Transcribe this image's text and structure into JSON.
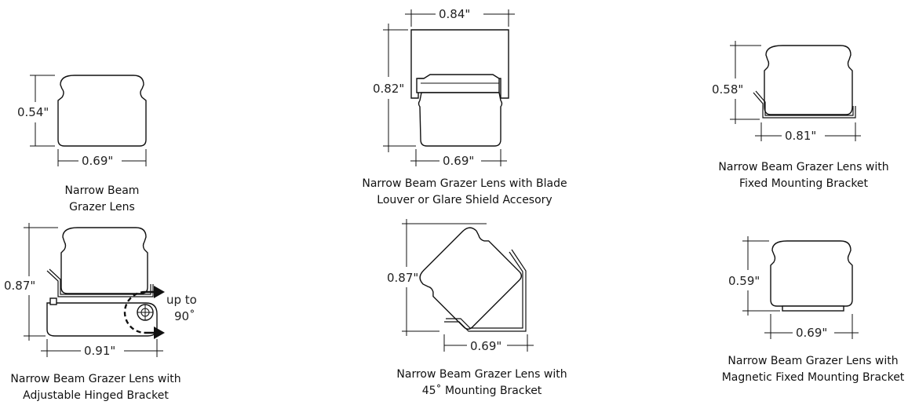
{
  "figures": [
    {
      "height_label": "0.54\"",
      "width_label": "0.69\"",
      "caption": [
        "Narrow Beam",
        "Grazer Lens"
      ]
    },
    {
      "height_label": "0.82\"",
      "width_label": "0.69\"",
      "top_label": "0.84\"",
      "caption": [
        "Narrow Beam Grazer Lens with Blade",
        "Louver or Glare Shield Accesory"
      ]
    },
    {
      "height_label": "0.58\"",
      "width_label": "0.81\"",
      "caption": [
        "Narrow Beam Grazer Lens with",
        "Fixed Mounting Bracket"
      ]
    },
    {
      "height_label": "0.87\"",
      "width_label": "0.91\"",
      "rotation_label": [
        "up to",
        "90˚"
      ],
      "caption": [
        "Narrow Beam Grazer Lens with",
        "Adjustable Hinged Bracket"
      ]
    },
    {
      "height_label": "0.87\"",
      "width_label": "0.69\"",
      "caption": [
        "Narrow Beam Grazer Lens with",
        "45˚ Mounting Bracket"
      ]
    },
    {
      "height_label": "0.59\"",
      "width_label": "0.69\"",
      "caption": [
        "Narrow Beam Grazer Lens with",
        "Magnetic Fixed Mounting Bracket"
      ]
    }
  ]
}
